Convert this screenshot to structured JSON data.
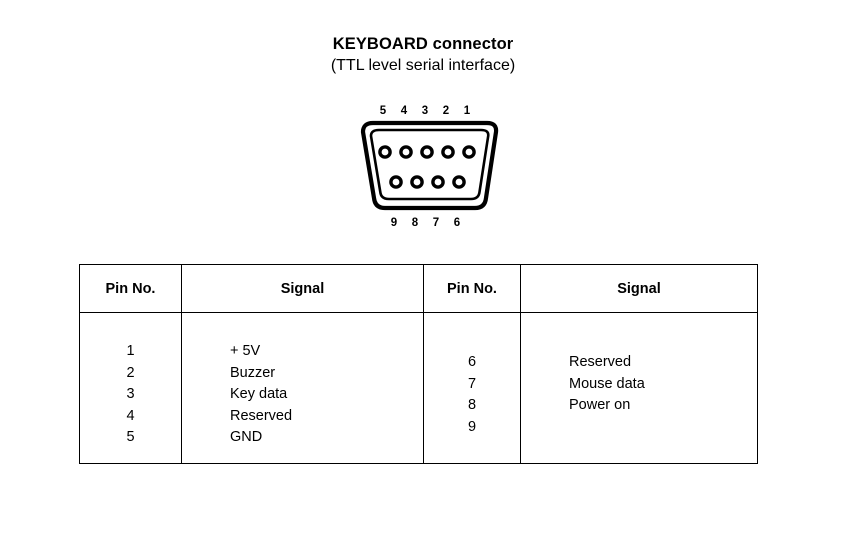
{
  "figure": {
    "title": "KEYBOARD connector",
    "subtitle": "(TTL level serial interface)",
    "connector_type": "DE-9 / D-sub 9-pin",
    "pin_labels_top": [
      "5",
      "4",
      "3",
      "2",
      "1"
    ],
    "pin_labels_bottom": [
      "9",
      "8",
      "7",
      "6"
    ]
  },
  "table": {
    "headers": [
      "Pin No.",
      "Signal",
      "Pin No.",
      "Signal"
    ],
    "left_pins": [
      "1",
      "2",
      "3",
      "4",
      "5"
    ],
    "left_signals": [
      "+ 5V",
      "Buzzer",
      "Key data",
      "Reserved",
      "GND"
    ],
    "right_pins": [
      "6",
      "7",
      "8",
      "9"
    ],
    "right_signals": [
      "Reserved",
      "Mouse data",
      "Power on",
      ""
    ]
  },
  "colors": {
    "ink": "#000000",
    "paper": "#ffffff"
  }
}
